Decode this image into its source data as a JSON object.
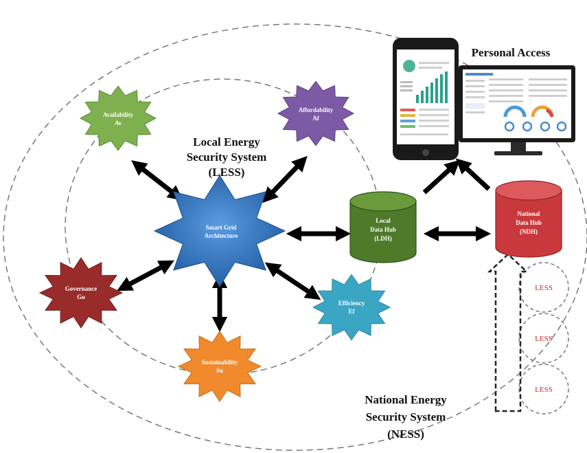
{
  "labels": {
    "less_title_1": "Local Energy",
    "less_title_2": "Security System",
    "less_title_3": "(LESS)",
    "ness_title_1": "National  Energy",
    "ness_title_2": "Security System",
    "ness_title_3": "(NESS)",
    "personal_access": "Personal  Access"
  },
  "nodes": {
    "availability": {
      "line1": "Availability",
      "line2": "Av",
      "color": "#7fb050"
    },
    "affordability": {
      "line1": "Affordability",
      "line2": "Af",
      "color": "#7d5aa6"
    },
    "smart_grid": {
      "line1": "Smart Grid",
      "line2": "Architecture",
      "color": "#2e6fb8"
    },
    "governance": {
      "line1": "Governance",
      "line2": "Go",
      "color": "#9a2b2b"
    },
    "efficiency": {
      "line1": "Efficiency",
      "line2": "Ef",
      "color": "#3aa6c4"
    },
    "sustainability": {
      "line1": "Sustainability",
      "line2": "Su",
      "color": "#f08a2c"
    }
  },
  "hubs": {
    "ldh": {
      "line1": "Local",
      "line2": "Data Hub",
      "line3": "(LDH)",
      "color": "#4e7a2a"
    },
    "ndh": {
      "line1": "National",
      "line2": "Data Hub",
      "line3": "(NDH)",
      "color": "#c9393c"
    }
  },
  "less_circles": [
    "LESS",
    "LESS",
    "LESS"
  ]
}
